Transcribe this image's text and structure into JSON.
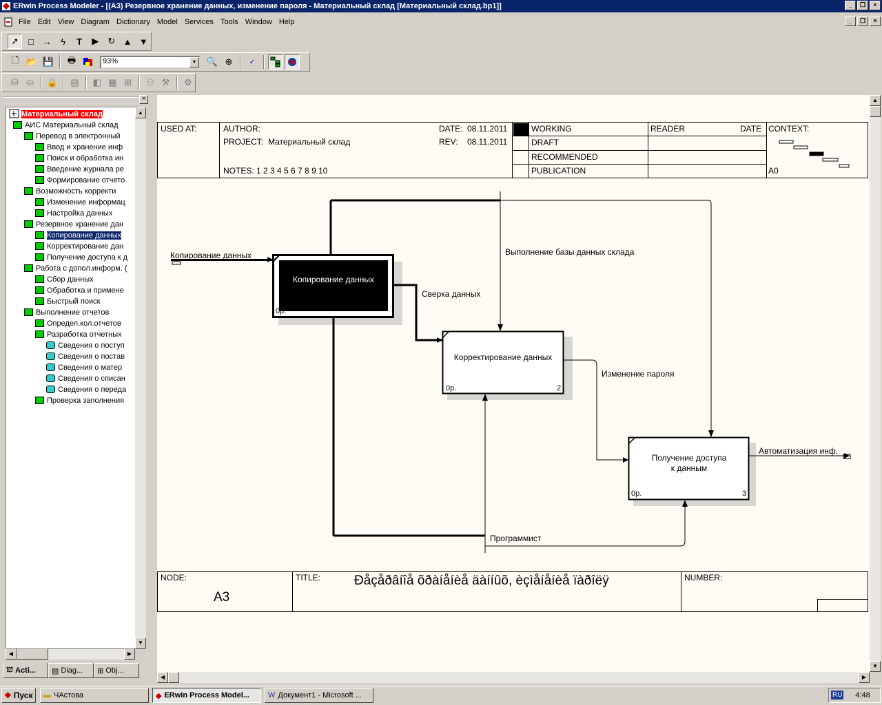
{
  "window": {
    "title": "ERwin Process Modeler - [(A3) Резервное хранение  данных, изменение пароля - Материальный склад  [Материальный склад.bp1]]"
  },
  "menu": [
    "File",
    "Edit",
    "View",
    "Diagram",
    "Dictionary",
    "Model",
    "Services",
    "Tools",
    "Window",
    "Help"
  ],
  "zoom": "93%",
  "tree": {
    "root": "Материальный склад",
    "items": [
      {
        "label": "АИС Материальный склад",
        "level": 1,
        "type": "green"
      },
      {
        "label": "Перевод в  электронный",
        "level": 2,
        "type": "green"
      },
      {
        "label": "Ввод и хранение  инф",
        "level": 3,
        "type": "green"
      },
      {
        "label": "Поиск и обработка  ин",
        "level": 3,
        "type": "green"
      },
      {
        "label": "Введение журнала  ре",
        "level": 3,
        "type": "green"
      },
      {
        "label": "Формирование отчето",
        "level": 3,
        "type": "green"
      },
      {
        "label": "Возможность  корректи",
        "level": 2,
        "type": "green"
      },
      {
        "label": "Изменение информац",
        "level": 3,
        "type": "green"
      },
      {
        "label": "Настройка данных",
        "level": 3,
        "type": "green"
      },
      {
        "label": "Резервное хранение  дан",
        "level": 2,
        "type": "green"
      },
      {
        "label": "Копирование   данных",
        "level": 3,
        "type": "green",
        "selected": true
      },
      {
        "label": "Корректирование дан",
        "level": 3,
        "type": "green"
      },
      {
        "label": "Получение доступа к д",
        "level": 3,
        "type": "green"
      },
      {
        "label": "Работа с допол.информ. (",
        "level": 2,
        "type": "green"
      },
      {
        "label": "Сбор данных",
        "level": 3,
        "type": "green"
      },
      {
        "label": "Обработка и примене",
        "level": 3,
        "type": "green"
      },
      {
        "label": "Быстрый поиск",
        "level": 3,
        "type": "green"
      },
      {
        "label": "Выполнение  отчетов",
        "level": 2,
        "type": "green"
      },
      {
        "label": "Определ.кол.отчетов",
        "level": 3,
        "type": "green"
      },
      {
        "label": "Разработка отчетных",
        "level": 3,
        "type": "green"
      },
      {
        "label": "Сведения о  поступ",
        "level": 4,
        "type": "cyan"
      },
      {
        "label": "Сведения  о постав",
        "level": 4,
        "type": "cyan"
      },
      {
        "label": "Сведения о  матер",
        "level": 4,
        "type": "cyan"
      },
      {
        "label": "Сведения о  списан",
        "level": 4,
        "type": "cyan"
      },
      {
        "label": "Сведения о  переда",
        "level": 4,
        "type": "cyan"
      },
      {
        "label": "Проверка заполнения",
        "level": 3,
        "type": "green"
      }
    ]
  },
  "tabs": [
    "Acti...",
    "Diag...",
    "Obj..."
  ],
  "header": {
    "used_at": "USED AT:",
    "author": "AUTHOR:",
    "project_label": "PROJECT:",
    "project": "Материальный склад",
    "notes": "NOTES:  1  2  3  4  5  6  7  8  9  10",
    "date_label": "DATE:",
    "date": "08.11.2011",
    "rev_label": "REV:",
    "rev": "08.11.2011",
    "working": "WORKING",
    "draft": "DRAFT",
    "recommended": "RECOMMENDED",
    "publication": "PUBLICATION",
    "reader": "READER",
    "reader_date": "DATE",
    "context": "CONTEXT:",
    "context_node": "A0"
  },
  "diagram": {
    "boxes": [
      {
        "name": "Копирование   данных",
        "cost": "0р.",
        "num": ""
      },
      {
        "name": "Корректирование данных",
        "cost": "0р.",
        "num": "2"
      },
      {
        "name": "Получение доступа",
        "name2": "к данным",
        "cost": "0р.",
        "num": "3"
      }
    ],
    "arrows": {
      "input": "Копирование данных",
      "control": "Выполнение базы данных склада",
      "between": "Сверка данных",
      "change": "Изменение пароля",
      "output": "Автоматизация инф.",
      "mechanism": "Программист"
    }
  },
  "footer": {
    "node_label": "NODE:",
    "node": "A3",
    "title_label": "TITLE:",
    "title": "Ðåçåðâíîå õðàíåíèå  äàííûõ, èçìåíåíèå ïàðîëÿ",
    "number_label": "NUMBER:"
  },
  "taskbar": {
    "start": "Пуск",
    "tasks": [
      "ЧАстова",
      "ERwin Process Model...",
      "Документ1 - Microsoft ..."
    ],
    "lang": "RU",
    "clock": "4:48"
  }
}
